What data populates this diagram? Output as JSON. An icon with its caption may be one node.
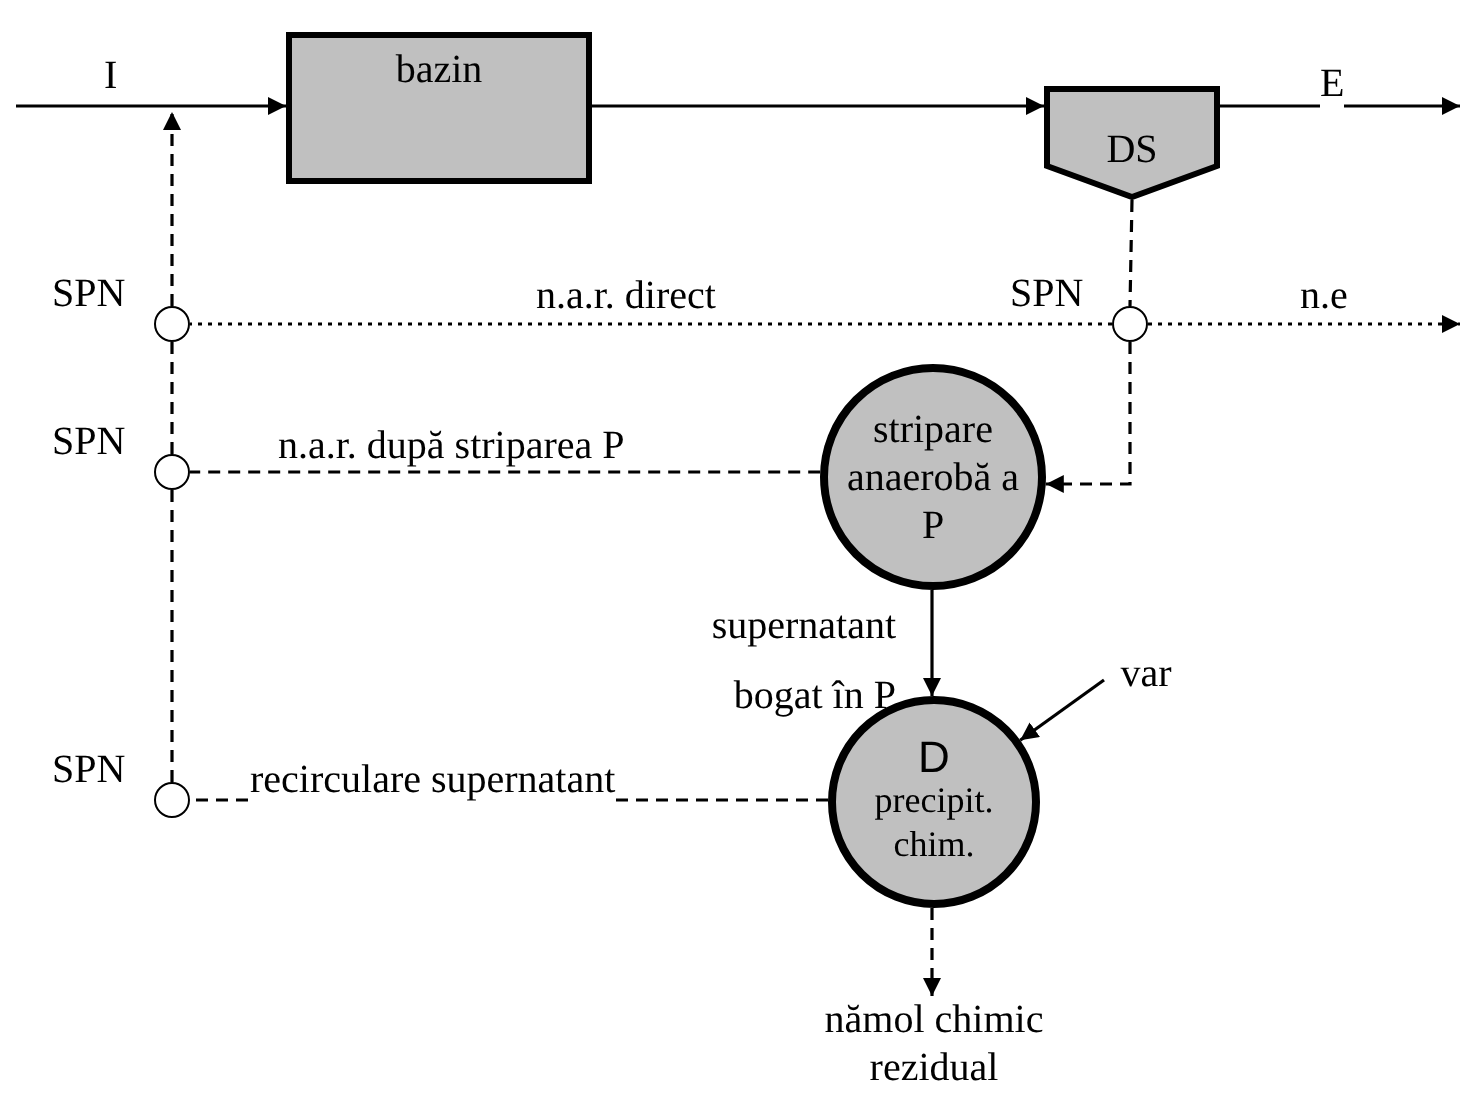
{
  "diagram": {
    "nodes": [
      {
        "text": [
          "bazin"
        ]
      },
      {
        "text": [
          "DS"
        ]
      },
      {
        "text": [],
        "shape": "circle",
        "beside": [
          "SPN"
        ]
      },
      {
        "text": [],
        "shape": "circle",
        "beside": [
          "SPN"
        ]
      },
      {
        "text": [],
        "shape": "circle",
        "beside": [
          "SPN"
        ]
      },
      {
        "text": [
          "stripare anaerobă a P"
        ]
      },
      {
        "text": [],
        "shape": "circle",
        "beside": [
          "SPN"
        ]
      },
      {
        "text": [
          "D",
          "precipit. chim."
        ]
      },
      {
        "text": [
          "nămol chimic rezidual"
        ]
      },
      {
        "text": [
          "var"
        ]
      }
    ],
    "edges": [
      {
        "from": null,
        "to": 0,
        "arrow": "to",
        "label": "I"
      },
      {
        "from": 0,
        "to": 1,
        "arrow": "to"
      },
      {
        "from": 1,
        "to": null,
        "arrow": "to",
        "label": "E"
      },
      {
        "from": 1,
        "to": 3,
        "arrow": "none",
        "style": "dashed"
      },
      {
        "from": 3,
        "to": 5,
        "arrow": "to",
        "style": "dashed"
      },
      {
        "from": 3,
        "to": null,
        "arrow": "to",
        "label": "n.e",
        "style": "dashed"
      },
      {
        "from": 3,
        "to": 2,
        "arrow": "none",
        "label": "n.a.r. direct",
        "style": "dashed"
      },
      {
        "from": 5,
        "to": 4,
        "arrow": "none",
        "label": "n.a.r. după striparea P",
        "style": "dashed"
      },
      {
        "from": 5,
        "to": 7,
        "arrow": "to",
        "label": "supernatant bogat în P"
      },
      {
        "from": 9,
        "to": 7,
        "arrow": "to"
      },
      {
        "from": 7,
        "to": 6,
        "arrow": "none",
        "label": "recirculare supernatant",
        "style": "dashed"
      },
      {
        "from": 7,
        "to": 8,
        "arrow": "to",
        "style": "dashed"
      },
      {
        "from": 6,
        "to": 4,
        "arrow": "none",
        "style": "dashed"
      },
      {
        "from": 4,
        "to": 2,
        "arrow": "none",
        "style": "dashed"
      },
      {
        "from": 2,
        "to": null,
        "arrow": "to",
        "style": "dashed"
      }
    ]
  }
}
